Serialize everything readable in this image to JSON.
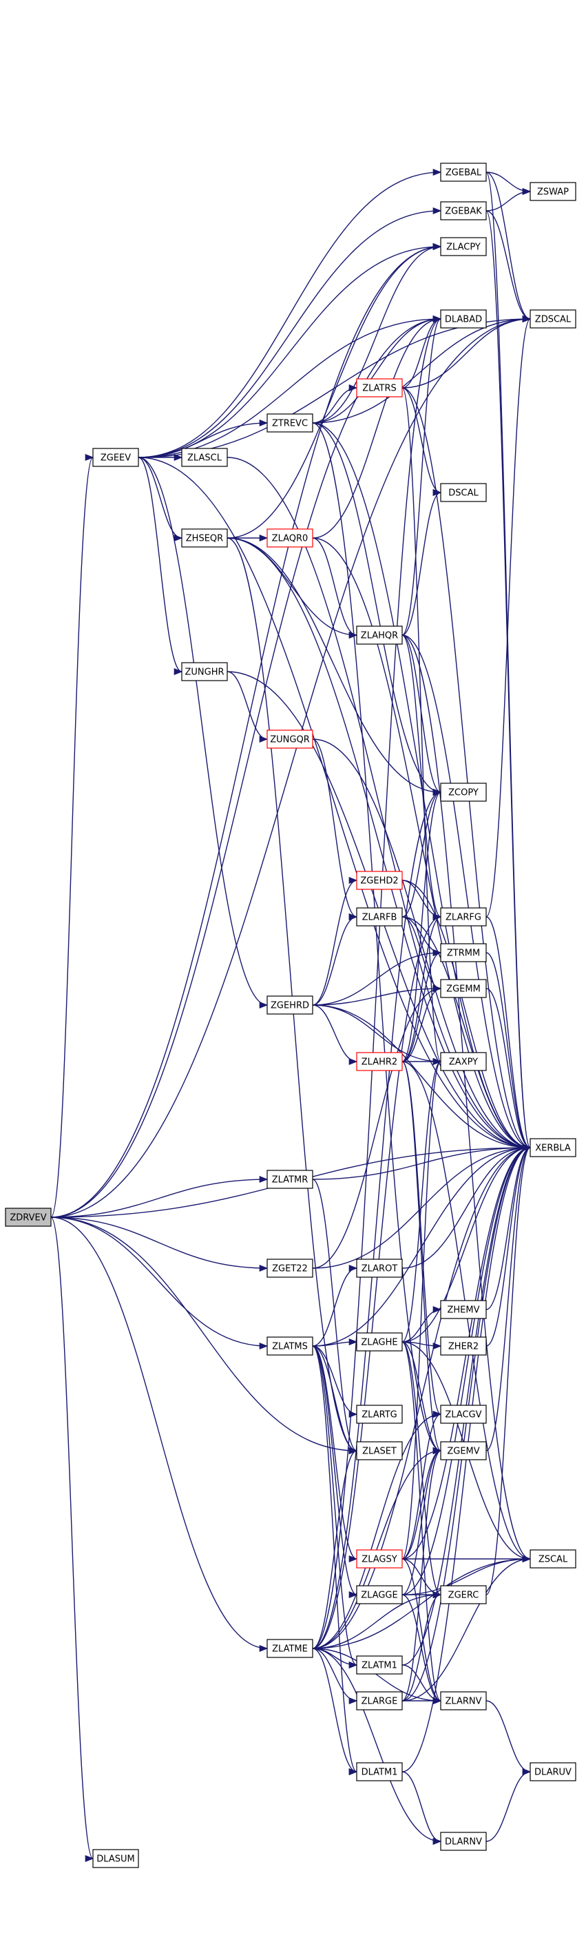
{
  "graph": {
    "colors": {
      "edge": "#191970",
      "box_border": "#000000",
      "highlight_border": "#ff0000",
      "root_fill": "#bfbfbf",
      "box_fill": "#ffffff"
    },
    "nodes": [
      {
        "id": "ZDRVEV",
        "label": "ZDRVEV",
        "style": "root"
      },
      {
        "id": "ZGEEV",
        "label": "ZGEEV",
        "style": "normal"
      },
      {
        "id": "ZLASCL",
        "label": "ZLASCL",
        "style": "normal"
      },
      {
        "id": "ZTREVC",
        "label": "ZTREVC",
        "style": "normal"
      },
      {
        "id": "ZHSEQR",
        "label": "ZHSEQR",
        "style": "normal"
      },
      {
        "id": "ZUNGHR",
        "label": "ZUNGHR",
        "style": "normal"
      },
      {
        "id": "ZGEBAL",
        "label": "ZGEBAL",
        "style": "normal"
      },
      {
        "id": "ZGEBAK",
        "label": "ZGEBAK",
        "style": "normal"
      },
      {
        "id": "ZLACPY",
        "label": "ZLACPY",
        "style": "normal"
      },
      {
        "id": "DLABAD",
        "label": "DLABAD",
        "style": "normal"
      },
      {
        "id": "ZLATRS",
        "label": "ZLATRS",
        "style": "highlight"
      },
      {
        "id": "DSCAL",
        "label": "DSCAL",
        "style": "normal"
      },
      {
        "id": "ZSWAP",
        "label": "ZSWAP",
        "style": "normal"
      },
      {
        "id": "ZDSCAL",
        "label": "ZDSCAL",
        "style": "normal"
      },
      {
        "id": "ZLAQR0",
        "label": "ZLAQR0",
        "style": "highlight"
      },
      {
        "id": "ZLAHQR",
        "label": "ZLAHQR",
        "style": "normal"
      },
      {
        "id": "ZUNGQR",
        "label": "ZUNGQR",
        "style": "highlight"
      },
      {
        "id": "ZCOPY",
        "label": "ZCOPY",
        "style": "normal"
      },
      {
        "id": "ZGEHD2",
        "label": "ZGEHD2",
        "style": "highlight"
      },
      {
        "id": "ZLARFB",
        "label": "ZLARFB",
        "style": "normal"
      },
      {
        "id": "ZLARFG",
        "label": "ZLARFG",
        "style": "normal"
      },
      {
        "id": "ZTRMM",
        "label": "ZTRMM",
        "style": "normal"
      },
      {
        "id": "ZGEHRD",
        "label": "ZGEHRD",
        "style": "normal"
      },
      {
        "id": "ZGEMM",
        "label": "ZGEMM",
        "style": "normal"
      },
      {
        "id": "ZLAHR2",
        "label": "ZLAHR2",
        "style": "highlight"
      },
      {
        "id": "ZAXPY",
        "label": "ZAXPY",
        "style": "normal"
      },
      {
        "id": "XERBLA",
        "label": "XERBLA",
        "style": "normal"
      },
      {
        "id": "ZLATMR",
        "label": "ZLATMR",
        "style": "normal"
      },
      {
        "id": "ZGET22",
        "label": "ZGET22",
        "style": "normal"
      },
      {
        "id": "ZLAROT",
        "label": "ZLAROT",
        "style": "normal"
      },
      {
        "id": "ZHEMV",
        "label": "ZHEMV",
        "style": "normal"
      },
      {
        "id": "ZLATMS",
        "label": "ZLATMS",
        "style": "normal"
      },
      {
        "id": "ZLAGHE",
        "label": "ZLAGHE",
        "style": "normal"
      },
      {
        "id": "ZHER2",
        "label": "ZHER2",
        "style": "normal"
      },
      {
        "id": "ZLARTG",
        "label": "ZLARTG",
        "style": "normal"
      },
      {
        "id": "ZLACGV",
        "label": "ZLACGV",
        "style": "normal"
      },
      {
        "id": "ZLASET",
        "label": "ZLASET",
        "style": "normal"
      },
      {
        "id": "ZGEMV",
        "label": "ZGEMV",
        "style": "normal"
      },
      {
        "id": "ZLAGSY",
        "label": "ZLAGSY",
        "style": "highlight"
      },
      {
        "id": "ZSCAL",
        "label": "ZSCAL",
        "style": "normal"
      },
      {
        "id": "ZLAGGE",
        "label": "ZLAGGE",
        "style": "normal"
      },
      {
        "id": "ZGERC",
        "label": "ZGERC",
        "style": "normal"
      },
      {
        "id": "ZLATME",
        "label": "ZLATME",
        "style": "normal"
      },
      {
        "id": "ZLATM1",
        "label": "ZLATM1",
        "style": "normal"
      },
      {
        "id": "ZLARGE",
        "label": "ZLARGE",
        "style": "normal"
      },
      {
        "id": "ZLARNV",
        "label": "ZLARNV",
        "style": "normal"
      },
      {
        "id": "DLATM1",
        "label": "DLATM1",
        "style": "normal"
      },
      {
        "id": "DLARUV",
        "label": "DLARUV",
        "style": "normal"
      },
      {
        "id": "DLARNV",
        "label": "DLARNV",
        "style": "normal"
      },
      {
        "id": "DLASUM",
        "label": "DLASUM",
        "style": "normal"
      }
    ],
    "edges": [
      [
        "ZDRVEV",
        "ZGEEV"
      ],
      [
        "ZDRVEV",
        "ZLACPY"
      ],
      [
        "ZDRVEV",
        "ZDSCAL"
      ],
      [
        "ZDRVEV",
        "DLABAD"
      ],
      [
        "ZDRVEV",
        "XERBLA"
      ],
      [
        "ZDRVEV",
        "ZLATMR"
      ],
      [
        "ZDRVEV",
        "ZGET22"
      ],
      [
        "ZDRVEV",
        "ZLATMS"
      ],
      [
        "ZDRVEV",
        "ZLASET"
      ],
      [
        "ZDRVEV",
        "ZLATME"
      ],
      [
        "ZDRVEV",
        "DLASUM"
      ],
      [
        "ZGEEV",
        "ZGEBAL"
      ],
      [
        "ZGEEV",
        "ZGEBAK"
      ],
      [
        "ZGEEV",
        "ZLACPY"
      ],
      [
        "ZGEEV",
        "DLABAD"
      ],
      [
        "ZGEEV",
        "ZDSCAL"
      ],
      [
        "ZGEEV",
        "ZLASCL"
      ],
      [
        "ZGEEV",
        "ZTREVC"
      ],
      [
        "ZGEEV",
        "ZHSEQR"
      ],
      [
        "ZGEEV",
        "ZUNGHR"
      ],
      [
        "ZGEEV",
        "ZGEHRD"
      ],
      [
        "ZGEEV",
        "XERBLA"
      ],
      [
        "ZGEBAL",
        "ZSWAP"
      ],
      [
        "ZGEBAL",
        "ZDSCAL"
      ],
      [
        "ZGEBAL",
        "XERBLA"
      ],
      [
        "ZGEBAK",
        "ZSWAP"
      ],
      [
        "ZGEBAK",
        "ZDSCAL"
      ],
      [
        "ZGEBAK",
        "XERBLA"
      ],
      [
        "ZLASCL",
        "XERBLA"
      ],
      [
        "ZTREVC",
        "ZLACPY"
      ],
      [
        "ZTREVC",
        "DLABAD"
      ],
      [
        "ZTREVC",
        "ZLATRS"
      ],
      [
        "ZTREVC",
        "ZDSCAL"
      ],
      [
        "ZTREVC",
        "ZCOPY"
      ],
      [
        "ZTREVC",
        "ZGEMV"
      ],
      [
        "ZTREVC",
        "XERBLA"
      ],
      [
        "ZLATRS",
        "DLABAD"
      ],
      [
        "ZLATRS",
        "ZDSCAL"
      ],
      [
        "ZLATRS",
        "DSCAL"
      ],
      [
        "ZLATRS",
        "ZAXPY"
      ],
      [
        "ZLATRS",
        "XERBLA"
      ],
      [
        "ZHSEQR",
        "ZLACPY"
      ],
      [
        "ZHSEQR",
        "ZLAQR0"
      ],
      [
        "ZHSEQR",
        "ZLAHQR"
      ],
      [
        "ZHSEQR",
        "ZCOPY"
      ],
      [
        "ZHSEQR",
        "ZLASET"
      ],
      [
        "ZHSEQR",
        "XERBLA"
      ],
      [
        "ZLAQR0",
        "DLABAD"
      ],
      [
        "ZLAQR0",
        "ZLAHQR"
      ],
      [
        "ZLAQR0",
        "XERBLA"
      ],
      [
        "ZLAHQR",
        "DLABAD"
      ],
      [
        "ZLAHQR",
        "ZCOPY"
      ],
      [
        "ZLAHQR",
        "ZLARFG"
      ],
      [
        "ZLAHQR",
        "DSCAL"
      ],
      [
        "ZLAHQR",
        "ZSCAL"
      ],
      [
        "ZLAHQR",
        "XERBLA"
      ],
      [
        "ZUNGHR",
        "ZUNGQR"
      ],
      [
        "ZUNGHR",
        "XERBLA"
      ],
      [
        "ZUNGQR",
        "ZLARFB"
      ],
      [
        "ZUNGQR",
        "XERBLA"
      ],
      [
        "ZGEHRD",
        "ZGEHD2"
      ],
      [
        "ZGEHRD",
        "ZLARFB"
      ],
      [
        "ZGEHRD",
        "ZTRMM"
      ],
      [
        "ZGEHRD",
        "ZGEMM"
      ],
      [
        "ZGEHRD",
        "ZLAHR2"
      ],
      [
        "ZGEHRD",
        "ZAXPY"
      ],
      [
        "ZGEHRD",
        "XERBLA"
      ],
      [
        "ZGEHD2",
        "ZLARFG"
      ],
      [
        "ZGEHD2",
        "XERBLA"
      ],
      [
        "ZLARFB",
        "ZCOPY"
      ],
      [
        "ZLARFB",
        "ZTRMM"
      ],
      [
        "ZLARFB",
        "ZGEMM"
      ],
      [
        "ZLARFB",
        "XERBLA"
      ],
      [
        "ZLARFG",
        "ZDSCAL"
      ],
      [
        "ZLARFG",
        "XERBLA"
      ],
      [
        "ZLAHR2",
        "ZCOPY"
      ],
      [
        "ZLAHR2",
        "ZTRMM"
      ],
      [
        "ZLAHR2",
        "ZGEMM"
      ],
      [
        "ZLAHR2",
        "ZAXPY"
      ],
      [
        "ZLAHR2",
        "ZLARFG"
      ],
      [
        "ZLAHR2",
        "ZLACGV"
      ],
      [
        "ZLAHR2",
        "ZGEMV"
      ],
      [
        "ZLAHR2",
        "ZSCAL"
      ],
      [
        "ZTRMM",
        "XERBLA"
      ],
      [
        "ZGEMM",
        "XERBLA"
      ],
      [
        "ZLATMR",
        "XERBLA"
      ],
      [
        "ZLATMR",
        "ZLASET"
      ],
      [
        "ZGET22",
        "ZGEMM"
      ],
      [
        "ZGET22",
        "XERBLA"
      ],
      [
        "ZLATMS",
        "ZLAROT"
      ],
      [
        "ZLATMS",
        "ZLAGHE"
      ],
      [
        "ZLATMS",
        "ZLARTG"
      ],
      [
        "ZLATMS",
        "ZLASET"
      ],
      [
        "ZLATMS",
        "ZLAGSY"
      ],
      [
        "ZLATMS",
        "ZLAGGE"
      ],
      [
        "ZLATMS",
        "ZLATM1"
      ],
      [
        "ZLATMS",
        "DLATM1"
      ],
      [
        "ZLATMS",
        "XERBLA"
      ],
      [
        "ZLAROT",
        "XERBLA"
      ],
      [
        "ZLAGHE",
        "ZHEMV"
      ],
      [
        "ZLAGHE",
        "ZHER2"
      ],
      [
        "ZLAGHE",
        "ZGEMV"
      ],
      [
        "ZLAGHE",
        "ZGERC"
      ],
      [
        "ZLAGHE",
        "ZLARNV"
      ],
      [
        "ZLAGHE",
        "ZSCAL"
      ],
      [
        "ZLAGHE",
        "ZAXPY"
      ],
      [
        "ZLAGHE",
        "XERBLA"
      ],
      [
        "ZHEMV",
        "XERBLA"
      ],
      [
        "ZHER2",
        "XERBLA"
      ],
      [
        "ZLAGSY",
        "ZGEMV"
      ],
      [
        "ZLAGSY",
        "ZGERC"
      ],
      [
        "ZLAGSY",
        "ZSCAL"
      ],
      [
        "ZLAGSY",
        "ZLARNV"
      ],
      [
        "ZLAGSY",
        "ZLACGV"
      ],
      [
        "ZLAGSY",
        "ZAXPY"
      ],
      [
        "ZLAGSY",
        "XERBLA"
      ],
      [
        "ZLAGGE",
        "ZGEMV"
      ],
      [
        "ZLAGGE",
        "ZGERC"
      ],
      [
        "ZLAGGE",
        "ZSCAL"
      ],
      [
        "ZLAGGE",
        "ZLARNV"
      ],
      [
        "ZLAGGE",
        "XERBLA"
      ],
      [
        "ZGEMV",
        "XERBLA"
      ],
      [
        "ZGERC",
        "XERBLA"
      ],
      [
        "ZLATME",
        "ZLATM1"
      ],
      [
        "ZLATME",
        "ZLARGE"
      ],
      [
        "ZLATME",
        "ZLARNV"
      ],
      [
        "ZLATME",
        "DLATM1"
      ],
      [
        "ZLATME",
        "ZSCAL"
      ],
      [
        "ZLATME",
        "ZGEMV"
      ],
      [
        "ZLATME",
        "ZGERC"
      ],
      [
        "ZLATME",
        "ZLASET"
      ],
      [
        "ZLATME",
        "ZCOPY"
      ],
      [
        "ZLATME",
        "ZLARFG"
      ],
      [
        "ZLATME",
        "DLABAD"
      ],
      [
        "ZLATME",
        "XERBLA"
      ],
      [
        "ZLATME",
        "ZLACGV"
      ],
      [
        "ZLATME",
        "DLARNV"
      ],
      [
        "ZLATM1",
        "ZLARNV"
      ],
      [
        "ZLATM1",
        "XERBLA"
      ],
      [
        "ZLARGE",
        "ZGEMV"
      ],
      [
        "ZLARGE",
        "ZGERC"
      ],
      [
        "ZLARGE",
        "ZSCAL"
      ],
      [
        "ZLARGE",
        "ZLARNV"
      ],
      [
        "ZLARGE",
        "XERBLA"
      ],
      [
        "ZLARNV",
        "DLARUV"
      ],
      [
        "DLATM1",
        "DLARNV"
      ],
      [
        "DLATM1",
        "XERBLA"
      ],
      [
        "DLARNV",
        "DLARUV"
      ]
    ]
  }
}
